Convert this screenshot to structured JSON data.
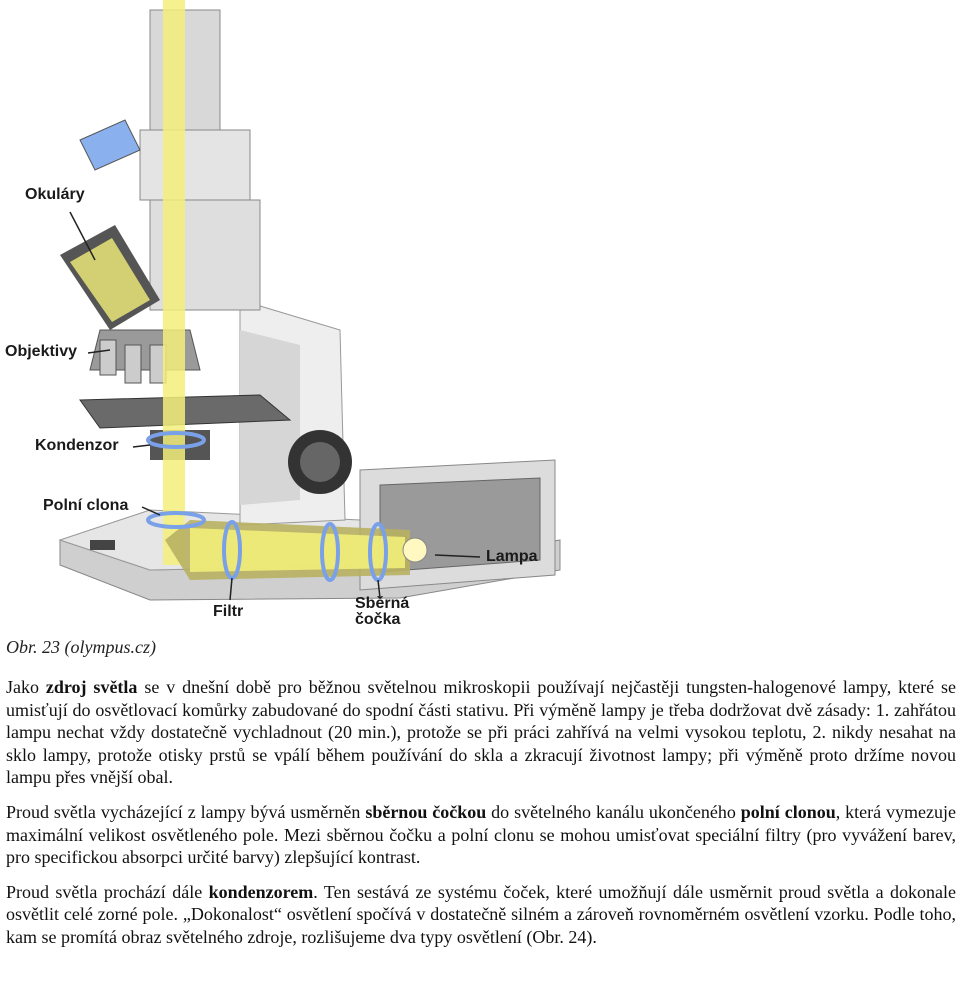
{
  "figure": {
    "labels": {
      "okulary": "Okuláry",
      "objektivy": "Objektivy",
      "kondenzor": "Kondenzor",
      "polni_clona": "Polní clona",
      "lampa": "Lampa",
      "filtr": "Filtr",
      "sberna_line1": "Sběrná",
      "sberna_line2": "čočka"
    },
    "colors": {
      "light_beam": "#f2ee7a",
      "lens_ring": "#7aa0e8",
      "body": "#e8e8e8",
      "dark": "#2a2a2a"
    }
  },
  "caption": "Obr. 23 (olympus.cz)",
  "paragraphs": {
    "p1": {
      "a": "Jako ",
      "b1": "zdroj světla",
      "c": " se v dnešní době pro běžnou světelnou mikroskopii používají nejčastěji tungsten-halogenové lampy, které se umisťují do osvětlovací komůrky zabudované do spodní části stativu. Při výměně lampy je třeba dodržovat dvě zásady: 1. zahřátou lampu nechat vždy dostatečně vychladnout (20 min.), protože se při práci zahřívá na velmi vysokou teplotu, 2. nikdy nesahat na sklo lampy, protože otisky prstů se vpálí během používání do skla a zkracují životnost lampy; při výměně proto držíme novou lampu přes vnější obal."
    },
    "p2": {
      "a": "Proud světla vycházející z lampy bývá usměrněn ",
      "b1": "sběrnou čočkou",
      "c": " do světelného kanálu ukončeného ",
      "b2": "polní clonou",
      "d": ", která vymezuje maximální velikost osvětleného pole. Mezi sběrnou čočku a polní clonu se mohou umisťovat speciální filtry (pro vyvážení barev, pro specifickou absorpci určité barvy) zlepšující kontrast."
    },
    "p3": {
      "a": "Proud světla prochází dále ",
      "b1": "kondenzorem",
      "c": ". Ten sestává ze systému čoček, které umožňují dále usměrnit proud světla a dokonale osvětlit celé zorné pole. „Dokonalost“ osvětlení spočívá v dostatečně silném a zároveň rovnoměrném osvětlení vzorku. Podle toho, kam se promítá obraz světelného zdroje, rozlišujeme dva typy osvětlení (Obr. 24)."
    }
  }
}
